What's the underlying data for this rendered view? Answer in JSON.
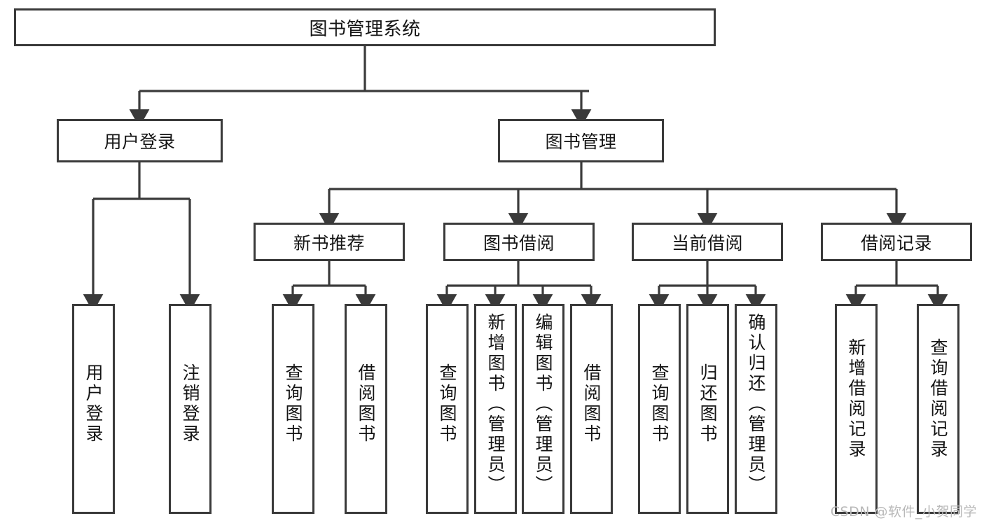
{
  "diagram": {
    "title": "图书管理系统",
    "watermark": "CSDN @软件_小贺同学",
    "line_color": "#3a3a3a",
    "text_color": "#141414",
    "background": "#ffffff"
  },
  "nodes": {
    "root": {
      "label": "图书管理系统"
    },
    "level1": [
      {
        "label": "用户登录"
      },
      {
        "label": "图书管理"
      }
    ],
    "level2": [
      {
        "label": "新书推荐"
      },
      {
        "label": "图书借阅"
      },
      {
        "label": "当前借阅"
      },
      {
        "label": "借阅记录"
      }
    ],
    "leaves": {
      "user_login": [
        {
          "label": "用户登录"
        },
        {
          "label": "注销登录"
        }
      ],
      "new_books": [
        {
          "label": "查询图书"
        },
        {
          "label": "借阅图书"
        }
      ],
      "borrow_books": [
        {
          "label": "查询图书"
        },
        {
          "label": "新增图书（管理员）"
        },
        {
          "label": "编辑图书（管理员）"
        },
        {
          "label": "借阅图书"
        }
      ],
      "current_borrow": [
        {
          "label": "查询图书"
        },
        {
          "label": "归还图书"
        },
        {
          "label": "确认归还（管理员）"
        }
      ],
      "borrow_records": [
        {
          "label": "新增借阅记录"
        },
        {
          "label": "查询借阅记录"
        }
      ]
    }
  }
}
